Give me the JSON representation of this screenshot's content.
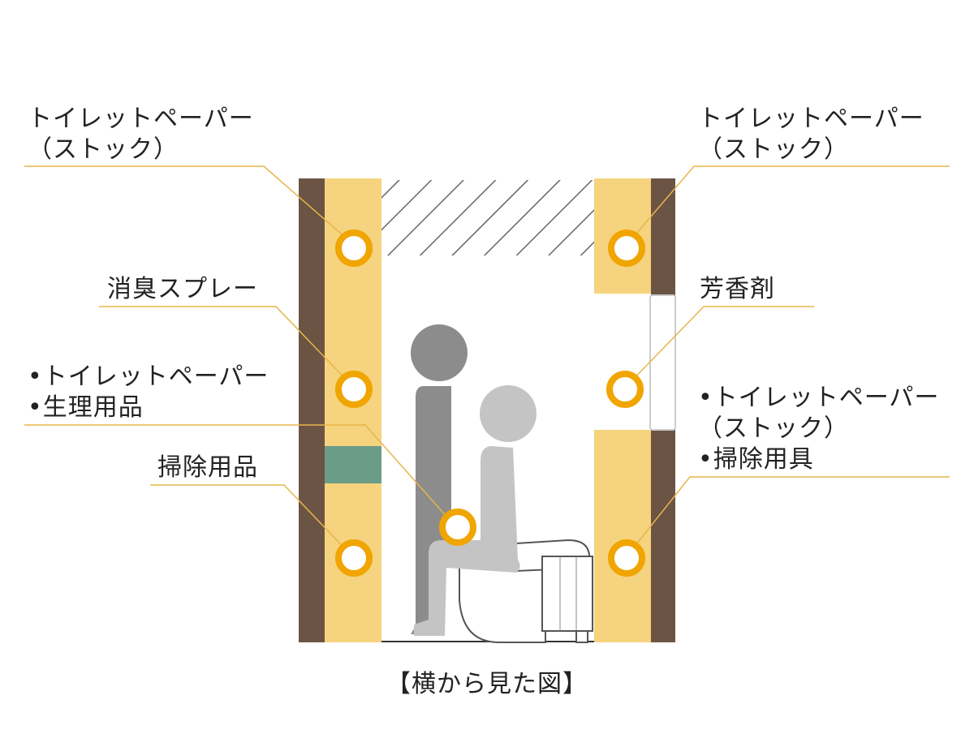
{
  "colors": {
    "wall": "#6b5444",
    "storage": "#f6d37e",
    "marker": "#f0a500",
    "leader": "#e8b54a",
    "person_back": "#8c8c8c",
    "person_front": "#c4c4c4",
    "accent_box": "#6a9c88"
  },
  "labels": {
    "top_left": {
      "line1": "トイレットペーパー",
      "line2": "（ストック）"
    },
    "top_right": {
      "line1": "トイレットペーパー",
      "line2": "（ストック）"
    },
    "mid_left": {
      "line1": "消臭スプレー"
    },
    "mid_right": {
      "line1": "芳香剤"
    },
    "lower_left": {
      "line1": "•トイレットペーパー",
      "line2": "•生理用品"
    },
    "lower_right": {
      "line1": "•トイレットペーパー",
      "line2": "（ストック）",
      "line3": "•掃除用具"
    },
    "bottom_left": {
      "line1": "掃除用品"
    }
  },
  "caption": "【横から見た図】"
}
